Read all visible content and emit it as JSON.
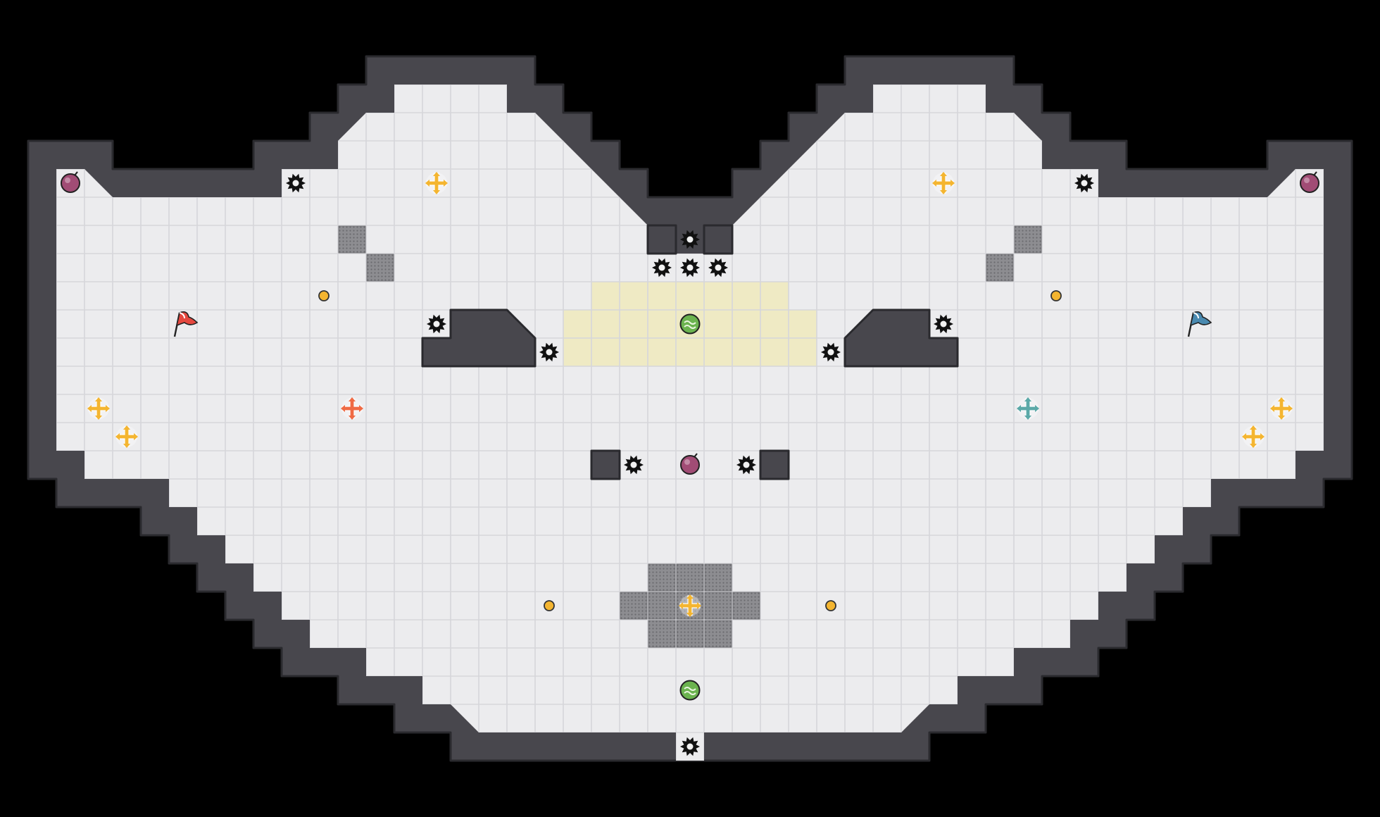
{
  "map": {
    "background_color": "#000000",
    "wall_color": "#48474d",
    "wall_outline_color": "#2a2a2e",
    "floor_color": "#ececee",
    "grid_color": "#d6d6da",
    "yellow_zone_color": "#efeac4",
    "grate_color": "#8a8a8e",
    "grate_dot_color": "#6c6c70"
  },
  "spawn_points": [
    {
      "team": "red",
      "color": "#e5483f",
      "icon": "flag-icon"
    },
    {
      "team": "blue",
      "color": "#4a8ab0",
      "icon": "flag-icon"
    }
  ],
  "boosts": [
    {
      "kind": "neutral",
      "color": "#f4b530",
      "icon": "plus-icon"
    },
    {
      "kind": "red-team",
      "color": "#ef6a44",
      "icon": "plus-icon"
    },
    {
      "kind": "blue-team",
      "color": "#5ba9a8",
      "icon": "plus-icon"
    }
  ],
  "powerups": [
    {
      "kind": "bomb",
      "color": "#a14c75",
      "icon": "bomb-icon"
    },
    {
      "kind": "portal",
      "color": "#6bb34f",
      "icon": "portal-icon"
    }
  ],
  "spikes": {
    "color": "#111111",
    "icon": "spike-icon"
  },
  "buttons": {
    "color": "#f4b530",
    "icon": "button-icon"
  }
}
